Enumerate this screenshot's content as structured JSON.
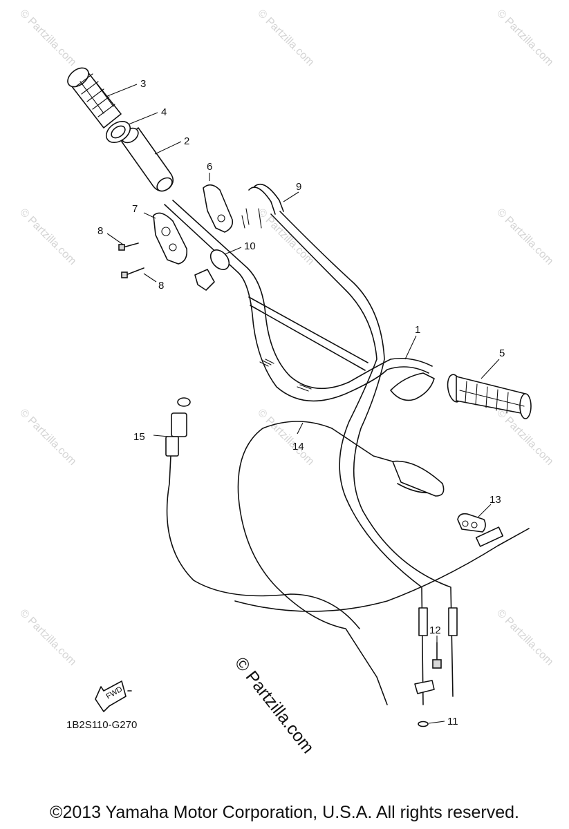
{
  "diagram": {
    "code": "1B2S110-G270",
    "fwd_label": "FWD",
    "watermark": "© Partzilla.com",
    "copyright": "©2013  Yamaha Motor Corporation, U.S.A. All rights reserved.",
    "callouts": [
      "1",
      "2",
      "3",
      "4",
      "5",
      "6",
      "7",
      "8",
      "8",
      "9",
      "10",
      "11",
      "12",
      "13",
      "14",
      "15"
    ]
  }
}
